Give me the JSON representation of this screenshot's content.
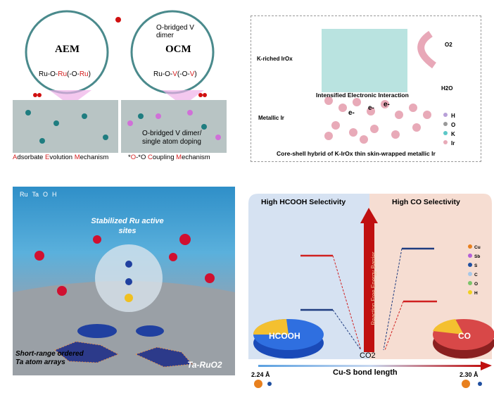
{
  "panel_aem_ocm": {
    "aem": "AEM",
    "ocm": "OCM",
    "o_bridged": "O-bridged V dimer",
    "ru_path": {
      "p1": "Ru-O-",
      "p2": "Ru",
      "p3": "(-O-",
      "p4": "Ru",
      "p5": ")"
    },
    "v_path": {
      "p1": "Ru-O-",
      "p2": "V",
      "p3": "(-O-",
      "p4": "V",
      "p5": ")"
    },
    "doping": "O-bridged V dimer/",
    "doping2": "single atom doping",
    "aem_full": {
      "a": "A",
      "b": "dsorbate ",
      "c": "E",
      "d": "volution ",
      "e": "M",
      "f": "echanism"
    },
    "ocm_full": {
      "a": "*",
      "b": "O",
      "c": "-*O ",
      "d": "C",
      "e": "oupling ",
      "f": "M",
      "g": "echanism"
    }
  },
  "panel_irox": {
    "k_riched": "K-riched IrOx",
    "metallic": "Metallic Ir",
    "interaction": "Intensified Electronic Interaction",
    "electron": "e-",
    "o2": "O2",
    "h2o": "H2O",
    "legend": [
      "H",
      "O",
      "K",
      "Ir"
    ],
    "caption": "Core-shell hybrid of K-IrOx thin skin-wrapped metallic Ir"
  },
  "panel_taruo2": {
    "legend": [
      "Ru",
      "Ta",
      "O",
      "H"
    ],
    "sites": "Stabilized Ru active sites",
    "arrays1": "Short-range ordered",
    "arrays2": "Ta atom arrays",
    "label": "Ta-RuO2"
  },
  "panel_cus": {
    "left_title": "High HCOOH Selectivity",
    "right_title": "High CO Selectivity",
    "barrier": "Reaction Free Energy Barrier",
    "hcooh": "HCOOH",
    "co": "CO",
    "co2": "CO2",
    "axis": "Cu-S bond length",
    "left_len": "2.24 Å",
    "right_len": "2.30 Å",
    "legend": [
      "Cu",
      "Sb",
      "S",
      "C",
      "O",
      "H"
    ],
    "legend_colors": [
      "#e8801e",
      "#b45fd8",
      "#1f4fa0",
      "#a8c8e8",
      "#7cc46a",
      "#f0d020"
    ]
  }
}
